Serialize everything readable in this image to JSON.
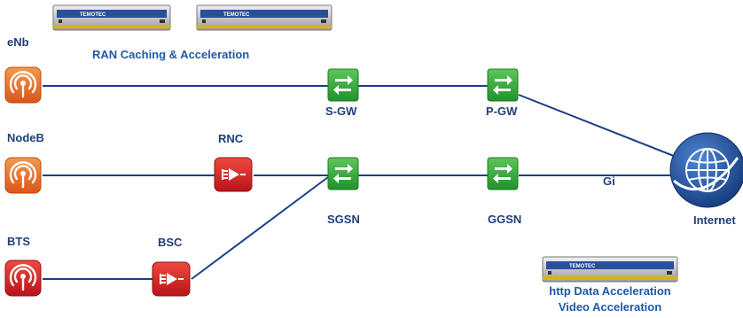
{
  "labels": {
    "enb": "eNb",
    "nodeb": "NodeB",
    "bts": "BTS",
    "rnc": "RNC",
    "bsc": "BSC",
    "sgw": "S-GW",
    "pgw": "P-GW",
    "sgsn": "SGSN",
    "ggsn": "GGSN",
    "gi": "Gi",
    "internet": "Internet"
  },
  "captions": {
    "ran_caching": "RAN Caching & Acceleration",
    "http_accel": "http Data Acceleration",
    "video_accel": "Video Acceleration"
  },
  "appliance": {
    "brand": "TEMOTEC"
  },
  "icons": {
    "radio": "radio-antenna-icon",
    "controller": "controller-icon",
    "gateway": "gateway-switch-icon",
    "internet": "globe-icon"
  },
  "colors": {
    "radio": "#e06a1e",
    "controller": "#d8282a",
    "gateway": "#33a839",
    "globe": "#1c4f9c",
    "line": "#1b3f86",
    "label": "#1f3f7a",
    "caption": "#1f58a8"
  }
}
